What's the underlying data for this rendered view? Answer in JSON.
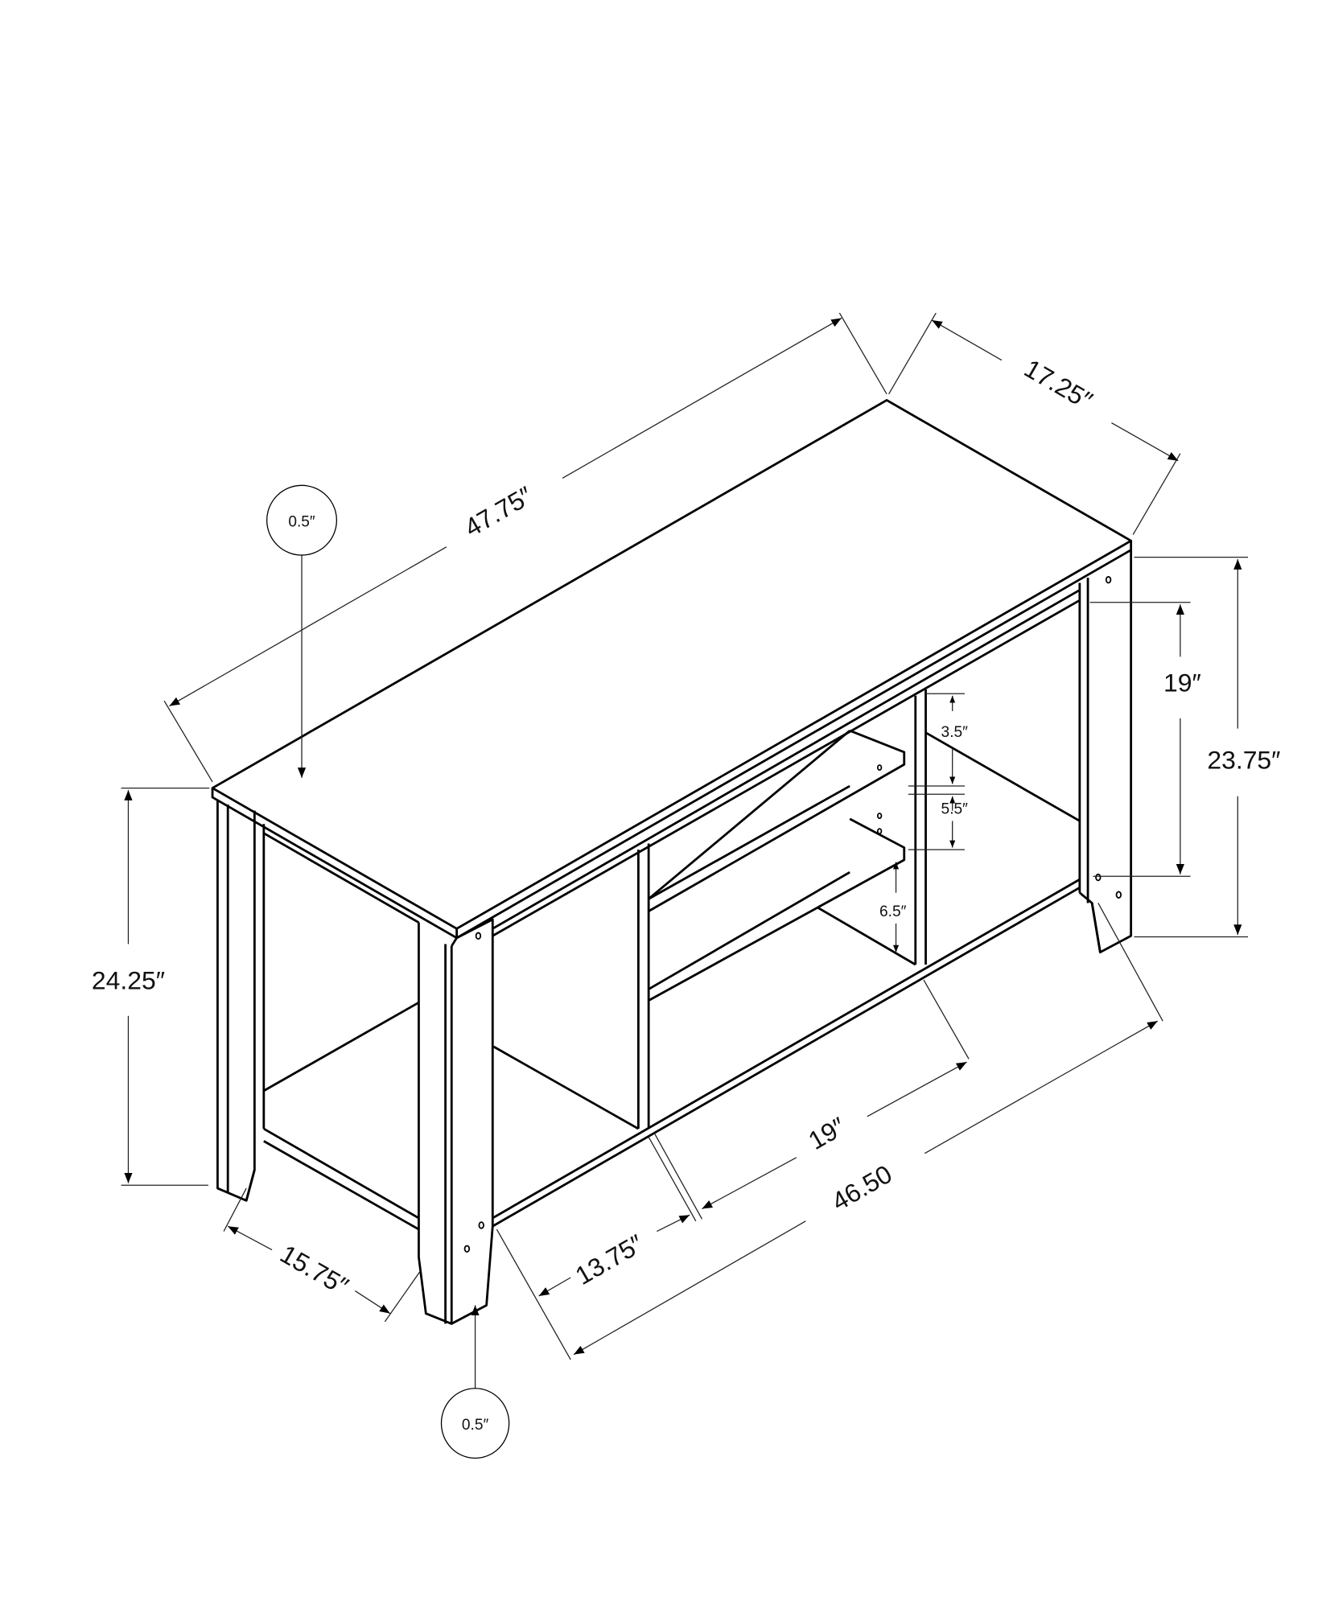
{
  "diagram": {
    "subject": "TV stand / console table — isometric dimension drawing",
    "background": "#ffffff",
    "line_color": "#000000",
    "dimensions": {
      "overall_length": "47.75″",
      "overall_depth": "17.25″",
      "overall_height": "24.25″",
      "side_height": "23.75″",
      "upper_opening_height": "19″",
      "top_shelf_gap": "3.5″",
      "middle_shelf_gap": "5.5″",
      "bottom_shelf_gap": "6.5″",
      "base_depth": "15.75″",
      "left_compartment_width": "13.75″",
      "shelf_compartment_width": "19″",
      "base_length": "46.50"
    },
    "callouts": {
      "top_thickness": "0.5″",
      "leg_inset": "0.5″"
    }
  }
}
